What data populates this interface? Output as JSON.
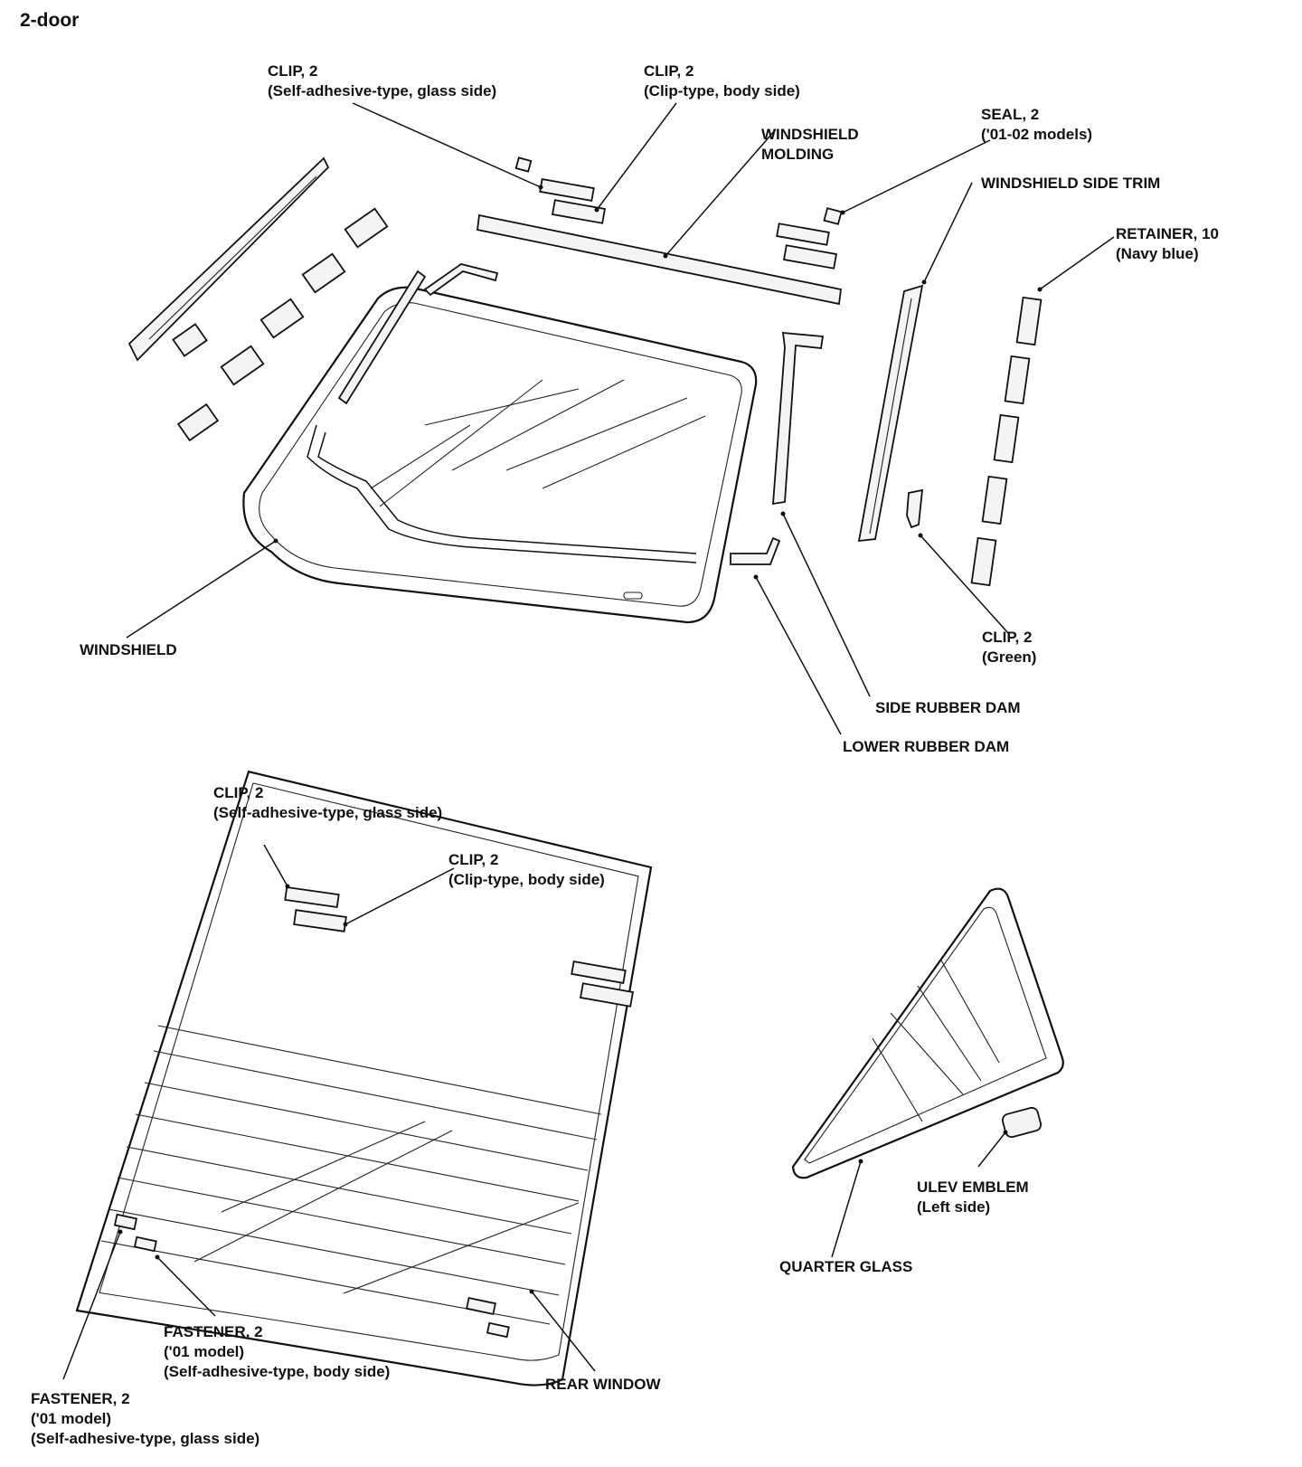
{
  "diagram": {
    "title": "2-door",
    "labels": {
      "clip_glass_top": {
        "line1": "CLIP, 2",
        "line2": "(Self-adhesive-type, glass side)"
      },
      "clip_body_top": {
        "line1": "CLIP, 2",
        "line2": "(Clip-type, body side)"
      },
      "windshield_molding": {
        "line1": "WINDSHIELD",
        "line2": "MOLDING"
      },
      "seal": {
        "line1": "SEAL, 2",
        "line2": "('01-02 models)"
      },
      "windshield_side_trim": {
        "line1": "WINDSHIELD SIDE TRIM"
      },
      "retainer": {
        "line1": "RETAINER, 10",
        "line2": "(Navy blue)"
      },
      "windshield": {
        "line1": "WINDSHIELD"
      },
      "clip_green": {
        "line1": "CLIP, 2",
        "line2": "(Green)"
      },
      "side_rubber_dam": {
        "line1": "SIDE RUBBER DAM"
      },
      "lower_rubber_dam": {
        "line1": "LOWER RUBBER DAM"
      },
      "clip_glass_rear": {
        "line1": "CLIP, 2",
        "line2": "(Self-adhesive-type, glass side)"
      },
      "clip_body_rear": {
        "line1": "CLIP, 2",
        "line2": "(Clip-type, body side)"
      },
      "ulev_emblem": {
        "line1": "ULEV EMBLEM",
        "line2": "(Left side)"
      },
      "quarter_glass": {
        "line1": "QUARTER GLASS"
      },
      "fastener_body": {
        "line1": "FASTENER, 2",
        "line2": "('01 model)",
        "line3": "(Self-adhesive-type, body side)"
      },
      "rear_window": {
        "line1": "REAR WINDOW"
      },
      "fastener_glass": {
        "line1": "FASTENER, 2",
        "line2": "('01 model)",
        "line3": "(Self-adhesive-type, glass side)"
      }
    }
  }
}
